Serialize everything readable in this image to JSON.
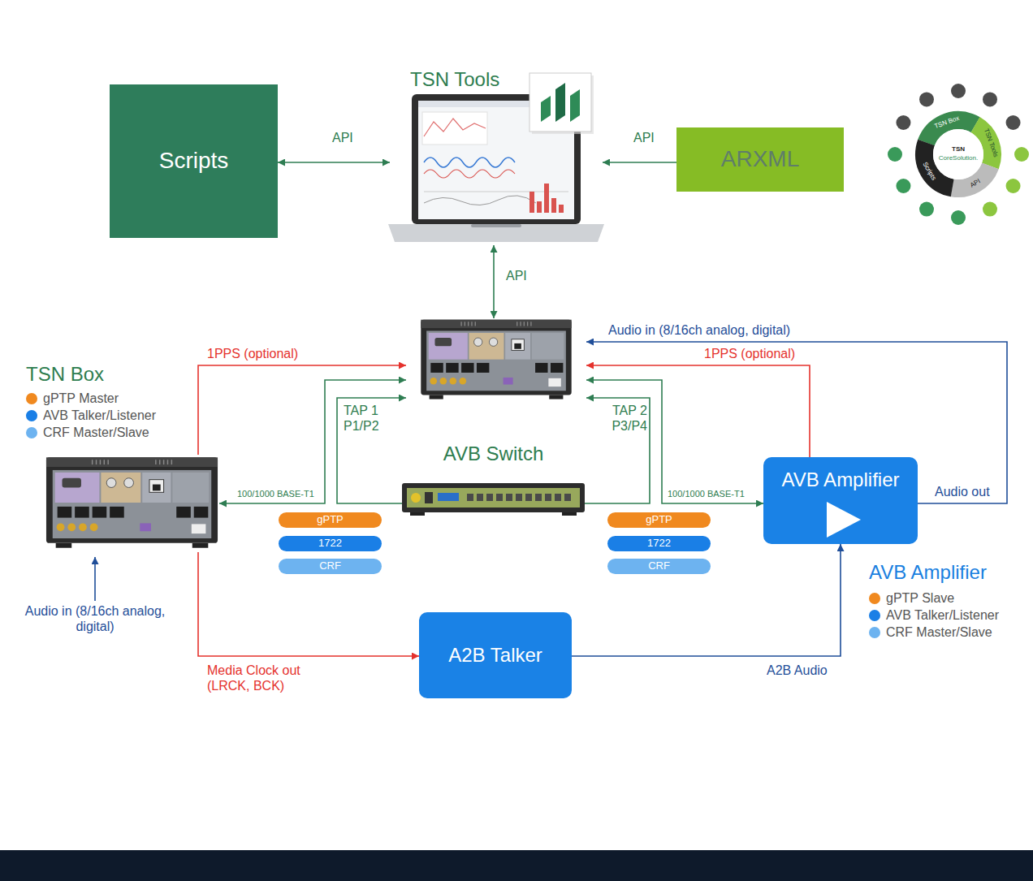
{
  "diagram": {
    "nodes": [
      {
        "text": [
          "Scripts"
        ]
      },
      {
        "text": [
          "TSN Tools"
        ]
      },
      {
        "text": [
          "ARXML"
        ]
      },
      {
        "text": []
      },
      {
        "text": [
          "TSN Box"
        ]
      },
      {
        "text": [
          "AVB Switch"
        ]
      },
      {
        "text": [
          "AVB Amplifier"
        ]
      },
      {
        "text": [
          "gPTP"
        ]
      },
      {
        "text": [
          "1722"
        ]
      },
      {
        "text": [
          "CRF"
        ]
      },
      {
        "text": [
          "gPTP"
        ]
      },
      {
        "text": [
          "1722"
        ]
      },
      {
        "text": [
          "CRF"
        ]
      },
      {
        "text": [
          "A2B Talker"
        ]
      }
    ],
    "edges": [
      {
        "from": 0,
        "to": 1,
        "arrow": "both",
        "label": "API"
      },
      {
        "from": 2,
        "to": 1,
        "arrow": "to",
        "label": "API"
      },
      {
        "from": 1,
        "to": 3,
        "arrow": "both",
        "label": "API"
      },
      {
        "from": 4,
        "to": 3,
        "arrow": "to",
        "label": "1PPS (optional)"
      },
      {
        "from": 6,
        "to": 3,
        "arrow": "to",
        "label": "1PPS (optional)"
      },
      {
        "from": 6,
        "to": 3,
        "arrow": "to",
        "label": "Audio in (8/16ch analog, digital)"
      },
      {
        "from": 3,
        "to": 4,
        "arrow": "both",
        "label": "100/1000 BASE-T1"
      },
      {
        "from": 5,
        "to": 3,
        "arrow": "to"
      },
      {
        "from": 3,
        "to": 6,
        "arrow": "both",
        "label": "100/1000 BASE-T1"
      },
      {
        "from": 5,
        "to": 3,
        "arrow": "to"
      },
      {
        "from": 4,
        "to": 13,
        "arrow": "to",
        "label": "Media Clock out (LRCK, BCK)"
      },
      {
        "from": 13,
        "to": 6,
        "arrow": "to",
        "label": "A2B Audio"
      }
    ],
    "labels": [
      "TSN Box",
      "TSN Tools",
      "TSN",
      "CoreSolution.",
      "API",
      "Scripts",
      "TAP 1 P1/P2",
      "TAP 2 P3/P4",
      "Audio out",
      "AVB Amplifier",
      "Audio in (8/16ch analog, digital)"
    ],
    "legend": [
      {
        "text": "gPTP Master",
        "color": "#F0891F"
      },
      {
        "text": "AVB Talker/Listener",
        "color": "#1A7FE6"
      },
      {
        "text": "CRF Master/Slave",
        "color": "#6DB3F0"
      },
      {
        "text": "gPTP Slave",
        "color": "#F0891F"
      },
      {
        "text": "AVB Talker/Listener",
        "color": "#1A7FE6"
      },
      {
        "text": "CRF Master/Slave",
        "color": "#6DB3F0"
      }
    ]
  }
}
